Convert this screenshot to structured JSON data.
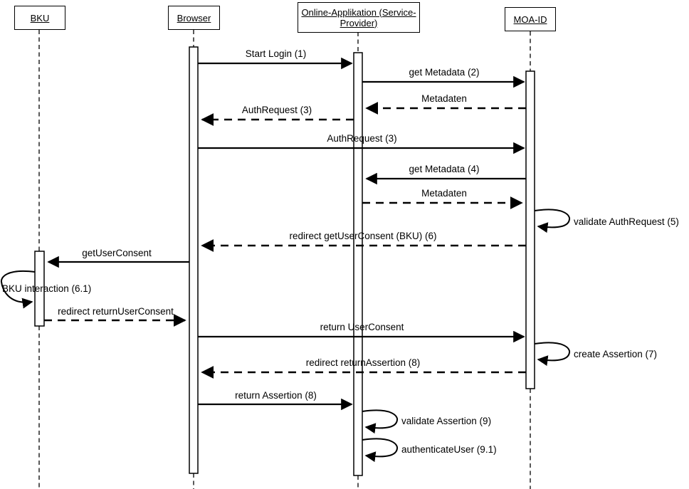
{
  "diagram_type": "uml-sequence-diagram",
  "colors": {
    "line": "#000000",
    "background": "#ffffff",
    "activation_fill": "#ffffff"
  },
  "participants": [
    {
      "id": "bku",
      "name": "BKU"
    },
    {
      "id": "browser",
      "name": "Browser"
    },
    {
      "id": "online_app",
      "name": "Online-Applikation (Service-Provider)"
    },
    {
      "id": "moa_id",
      "name": "MOA-ID"
    }
  ],
  "messages": [
    {
      "label": "Start Login (1)",
      "from": "Browser",
      "to": "Online-Applikation (Service-Provider)",
      "type": "solid"
    },
    {
      "label": "get Metadata (2)",
      "from": "Online-Applikation (Service-Provider)",
      "to": "MOA-ID",
      "type": "solid"
    },
    {
      "label": "Metadaten",
      "from": "MOA-ID",
      "to": "Online-Applikation (Service-Provider)",
      "type": "dashed"
    },
    {
      "label": "AuthRequest (3)",
      "from": "Online-Applikation (Service-Provider)",
      "to": "Browser",
      "type": "dashed"
    },
    {
      "label": "AuthRequest (3)",
      "from": "Browser",
      "to": "MOA-ID",
      "type": "solid"
    },
    {
      "label": "get Metadata (4)",
      "from": "MOA-ID",
      "to": "Online-Applikation (Service-Provider)",
      "type": "solid"
    },
    {
      "label": "Metadaten",
      "from": "Online-Applikation (Service-Provider)",
      "to": "MOA-ID",
      "type": "dashed"
    },
    {
      "label": "validate AuthRequest (5)",
      "from": "MOA-ID",
      "to": "MOA-ID",
      "type": "self"
    },
    {
      "label": "redirect getUserConsent (BKU) (6)",
      "from": "MOA-ID",
      "to": "Browser",
      "type": "dashed"
    },
    {
      "label": "getUserConsent",
      "from": "Browser",
      "to": "BKU",
      "type": "solid"
    },
    {
      "label": "BKU interaction (6.1)",
      "from": "BKU",
      "to": "BKU",
      "type": "self"
    },
    {
      "label": "redirect returnUserConsent",
      "from": "BKU",
      "to": "Browser",
      "type": "dashed"
    },
    {
      "label": "return UserConsent",
      "from": "Browser",
      "to": "MOA-ID",
      "type": "solid"
    },
    {
      "label": "create Assertion (7)",
      "from": "MOA-ID",
      "to": "MOA-ID",
      "type": "self"
    },
    {
      "label": "redirect returnAssertion (8)",
      "from": "MOA-ID",
      "to": "Browser",
      "type": "dashed"
    },
    {
      "label": "return Assertion (8)",
      "from": "Browser",
      "to": "Online-Applikation (Service-Provider)",
      "type": "solid"
    },
    {
      "label": "validate Assertion (9)",
      "from": "Online-Applikation (Service-Provider)",
      "to": "Online-Applikation (Service-Provider)",
      "type": "self"
    },
    {
      "label": "authenticateUser (9.1)",
      "from": "Online-Applikation (Service-Provider)",
      "to": "Online-Applikation (Service-Provider)",
      "type": "self"
    }
  ]
}
